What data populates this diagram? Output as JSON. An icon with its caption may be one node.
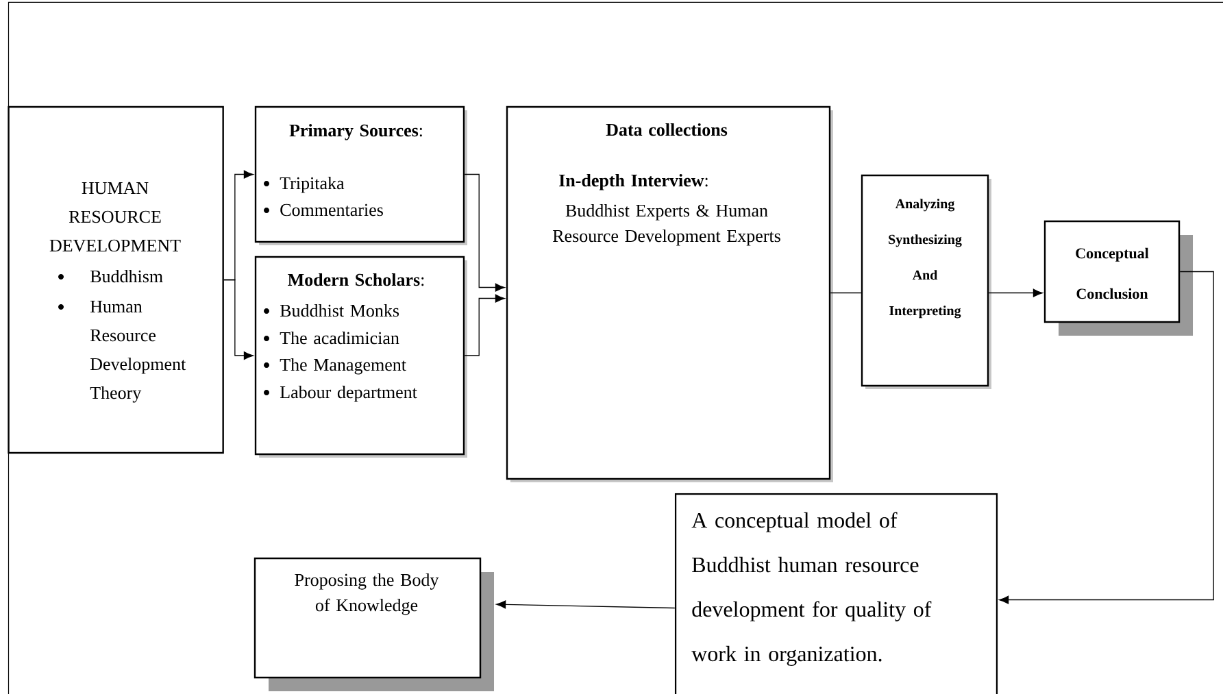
{
  "diagram": {
    "nodes": [
      {
        "text": [
          "HUMAN RESOURCE DEVELOPMENT",
          "Buddhism",
          "Human Resource Development Theory"
        ]
      },
      {
        "text": [
          "**Primary Sources**:",
          "Tripitaka",
          "Commentaries"
        ]
      },
      {
        "text": [
          "**Modern Scholars**:",
          "Buddhist Monks",
          "The acadimician",
          "The Management",
          "Labour department"
        ]
      },
      {
        "text": [
          "Data collections",
          "**In-depth Interview**:",
          "Buddhist Experts & Human Resource Development Experts"
        ]
      },
      {
        "text": [
          "Analyzing",
          "Synthesizing",
          "And",
          "Interpreting"
        ]
      },
      {
        "text": [
          "Conceptual Conclusion"
        ]
      },
      {
        "text": [
          "A conceptual model of Buddhist human resource development for quality of work in organization."
        ]
      },
      {
        "text": [
          "Proposing the Body of Knowledge"
        ]
      }
    ],
    "edges": [
      {
        "from": 0,
        "to": 1,
        "arrow": "to"
      },
      {
        "from": 0,
        "to": 2,
        "arrow": "to"
      },
      {
        "from": 1,
        "to": 3,
        "arrow": "to"
      },
      {
        "from": 2,
        "to": 3,
        "arrow": "to"
      },
      {
        "from": 3,
        "to": 4,
        "arrow": "none"
      },
      {
        "from": 4,
        "to": 5,
        "arrow": "to"
      },
      {
        "from": 5,
        "to": 6,
        "arrow": "to"
      },
      {
        "from": 6,
        "to": 7,
        "arrow": "to"
      }
    ]
  }
}
